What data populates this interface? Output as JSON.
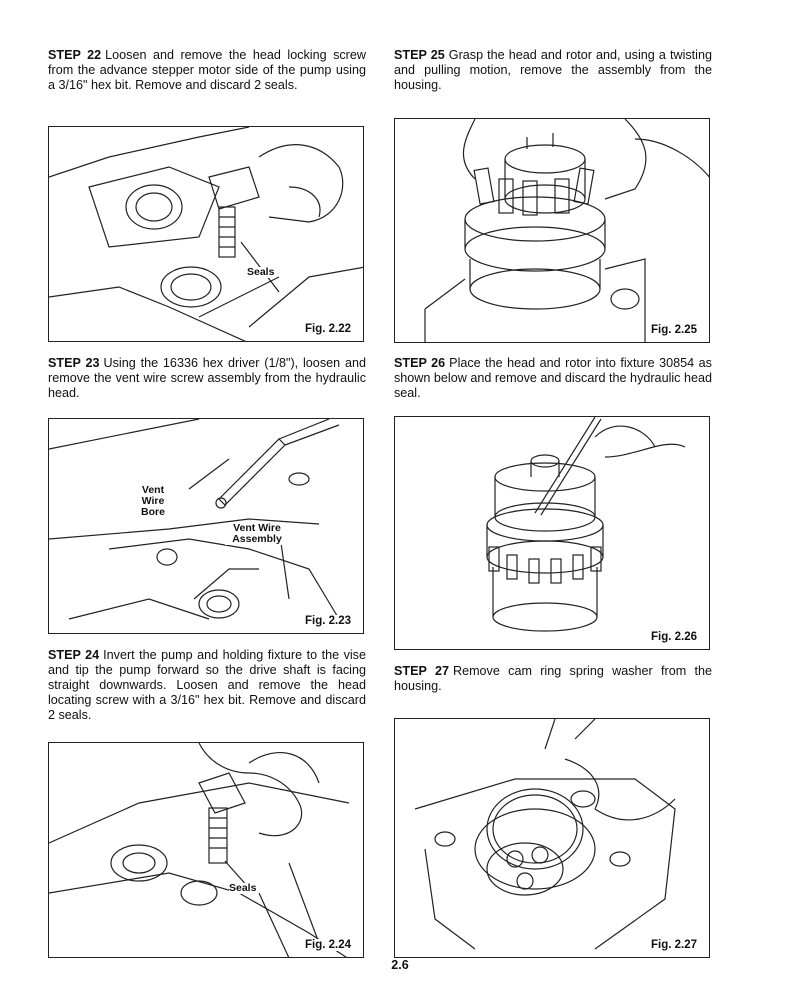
{
  "steps": {
    "s22": {
      "number": "STEP 22",
      "text": "Loosen and remove the head locking screw from the advance stepper motor side of the pump using a 3/16\" hex bit.  Remove and discard 2 seals."
    },
    "s23": {
      "number": "STEP 23",
      "text": "Using the 16336 hex driver (1/8\"), loosen and remove the vent wire screw assembly from the hydraulic head."
    },
    "s24": {
      "number": "STEP 24",
      "text": "Invert the pump and holding fixture to the vise and tip the pump forward so the drive shaft is facing straight downwards. Loosen and remove the head locating screw with a 3/16\" hex bit.  Remove and discard 2 seals."
    },
    "s25": {
      "number": "STEP 25",
      "text": "Grasp the head and rotor and, using a twisting and pulling motion, remove the assembly from the housing."
    },
    "s26": {
      "number": "STEP 26",
      "text": "Place the head and rotor into fixture 30854 as shown below and remove and discard the hydraulic head seal."
    },
    "s27": {
      "number": "STEP 27",
      "text": "Remove cam ring spring washer from the housing."
    }
  },
  "figures": {
    "f222": {
      "caption": "Fig. 2.22",
      "label_seals": "Seals"
    },
    "f223": {
      "caption": "Fig. 2.23",
      "label_vent_wire_bore": "Vent Wire Bore",
      "label_vent_wire_assembly": "Vent Wire Assembly"
    },
    "f224": {
      "caption": "Fig. 2.24",
      "label_seals": "Seals"
    },
    "f225": {
      "caption": "Fig. 2.25"
    },
    "f226": {
      "caption": "Fig. 2.26"
    },
    "f227": {
      "caption": "Fig. 2.27"
    }
  },
  "page_number": "2.6"
}
